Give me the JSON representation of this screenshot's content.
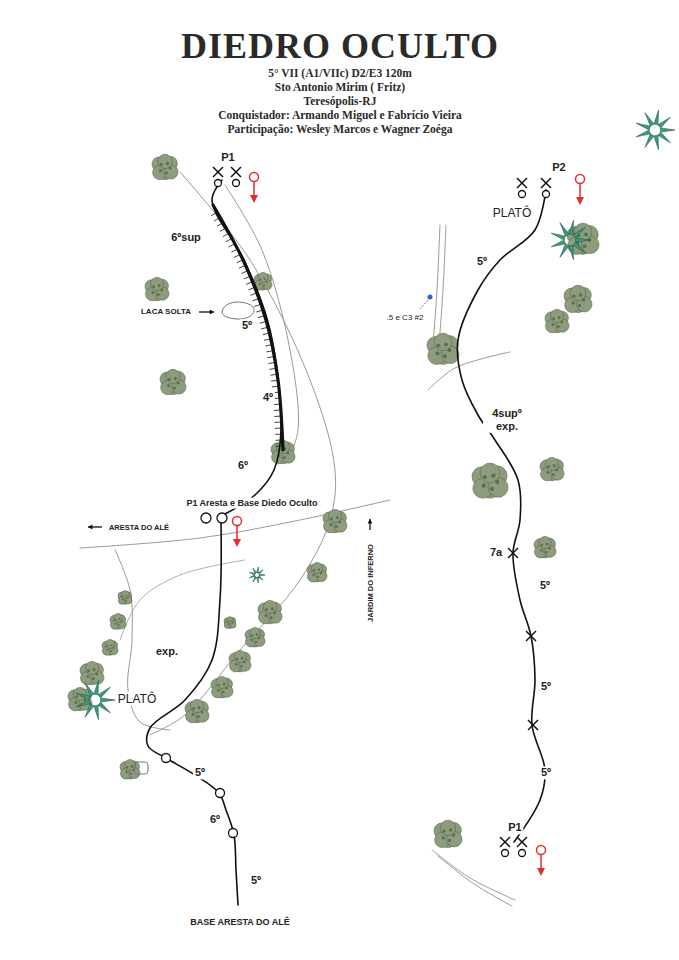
{
  "diagram": {
    "title": "DIEDRO OCULTO",
    "labels": [
      "5° VII (A1/VIIc) D2/E3 120m",
      "Sto Antonio Mirim ( Fritz)",
      "Teresópolis-RJ",
      "Conquistador: Armando Miguel e Fabrício Vieira",
      "Participação: Wesley Marcos e Wagner Zoéga",
      "P1",
      "6ºsup",
      "LACA SOLTA",
      "5º",
      "4º",
      "6º",
      "P1 Aresta e Base Diedo Oculto",
      "ARESTA DO ALÊ",
      "JARDIM DO INFERNO",
      "exp.",
      "PLATÔ",
      "5º",
      "6º",
      "5º",
      "BASE ARESTA DO ALÊ",
      "P2",
      "PLATÔ",
      "5º",
      ".5 e C3 #2",
      "4supº exp.",
      "7a",
      "5º",
      "5º",
      "5º",
      "P1"
    ]
  }
}
